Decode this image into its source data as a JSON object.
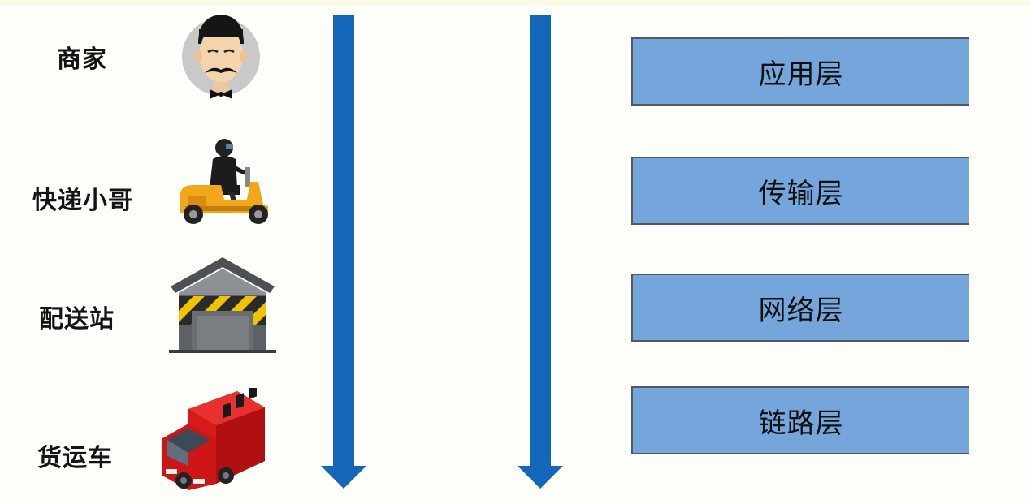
{
  "roles": [
    {
      "label": "商家",
      "icon": "merchant-icon"
    },
    {
      "label": "快递小哥",
      "icon": "courier-scooter-icon"
    },
    {
      "label": "配送站",
      "icon": "warehouse-icon"
    },
    {
      "label": "货运车",
      "icon": "delivery-truck-icon"
    }
  ],
  "layers": [
    {
      "label": "应用层"
    },
    {
      "label": "传输层"
    },
    {
      "label": "网络层"
    },
    {
      "label": "链路层"
    }
  ],
  "colors": {
    "arrow": "#1466b8",
    "layer_fill": "#74a6db",
    "layer_border": "#54595f",
    "background": "#fdfdf9"
  }
}
